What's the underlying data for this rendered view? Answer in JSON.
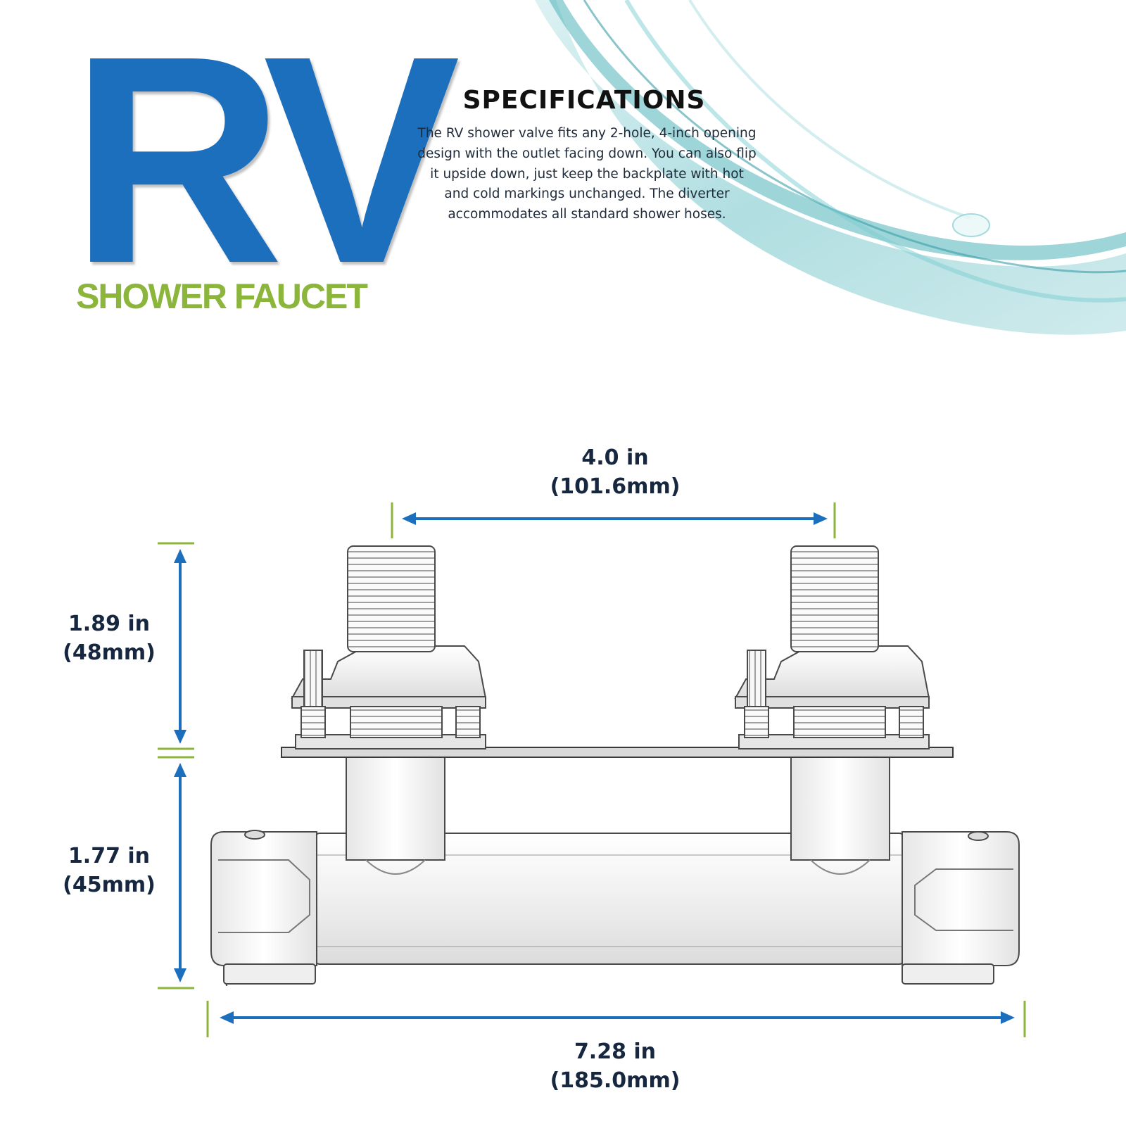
{
  "brand": {
    "logo_text": "RV",
    "product_line": "SHOWER FAUCET",
    "logo_color": "#1b6fbd",
    "accent_color": "#8cb53b"
  },
  "specifications": {
    "title": "SPECIFICATIONS",
    "body": "The RV shower valve fits any 2-hole, 4-inch opening design with the outlet facing down. You can also flip it upside down, just keep the backplate with hot and cold markings unchanged. The diverter accommodates all standard shower hoses."
  },
  "dimensions": {
    "spacing": {
      "inches": "4.0 in",
      "mm": "(101.6mm)"
    },
    "upper_height": {
      "inches": "1.89 in",
      "mm": "(48mm)"
    },
    "lower_height": {
      "inches": "1.77 in",
      "mm": "(45mm)"
    },
    "total_width": {
      "inches": "7.28 in",
      "mm": "(185.0mm)"
    },
    "arrow_color": "#1b6fbd",
    "marker_color": "#8cb53b",
    "label_color": "#16273f"
  },
  "decor": {
    "water_color": "#6fc3c8"
  }
}
